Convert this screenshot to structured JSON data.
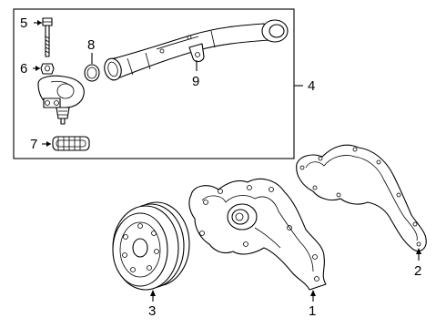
{
  "callouts": {
    "water_pump": "1",
    "pump_gasket": "2",
    "pump_pulley": "3",
    "box_assembly": "4",
    "bolt": "5",
    "nut": "6",
    "gasket_seal": "7",
    "o_ring": "8",
    "bracket": "9"
  }
}
